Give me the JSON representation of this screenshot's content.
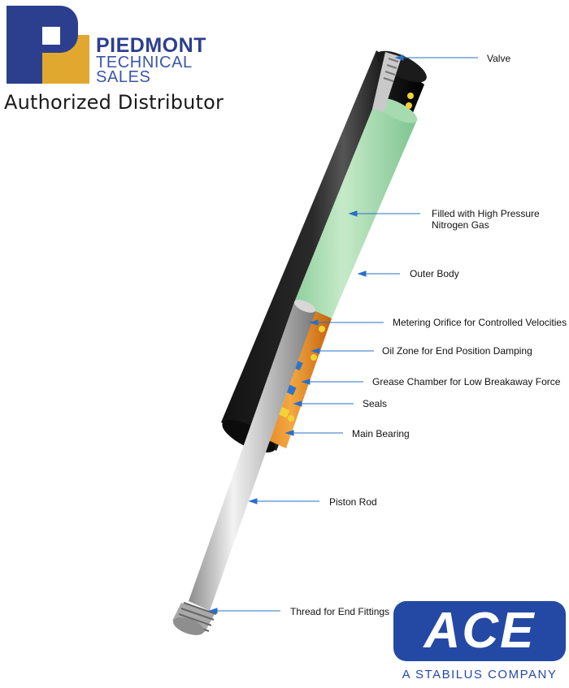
{
  "branding": {
    "line1": "PIEDMONT",
    "line2": "TECHNICAL",
    "line3": "SALES",
    "tagline": "Authorized Distributor",
    "colors": {
      "navy": "#2c3f8f",
      "gold": "#e0a82e"
    }
  },
  "callouts": [
    {
      "id": "valve",
      "lines": [
        "Valve"
      ]
    },
    {
      "id": "gas",
      "lines": [
        "Filled with High Pressure",
        "Nitrogen Gas"
      ]
    },
    {
      "id": "outer-body",
      "lines": [
        "Outer Body"
      ]
    },
    {
      "id": "metering-orifice",
      "lines": [
        "Metering Orifice for Controlled Velocities"
      ]
    },
    {
      "id": "oil-zone",
      "lines": [
        "Oil Zone for End Position Damping"
      ]
    },
    {
      "id": "grease-chamber",
      "lines": [
        "Grease Chamber for Low Breakaway Force"
      ]
    },
    {
      "id": "seals",
      "lines": [
        "Seals"
      ]
    },
    {
      "id": "main-bearing",
      "lines": [
        "Main Bearing"
      ]
    },
    {
      "id": "piston-rod",
      "lines": [
        "Piston Rod"
      ]
    },
    {
      "id": "thread",
      "lines": [
        "Thread for End Fittings"
      ]
    }
  ],
  "manufacturer": {
    "logo_text": "ACE",
    "subtitle": "A STABILUS COMPANY",
    "color": "#2449a5"
  }
}
